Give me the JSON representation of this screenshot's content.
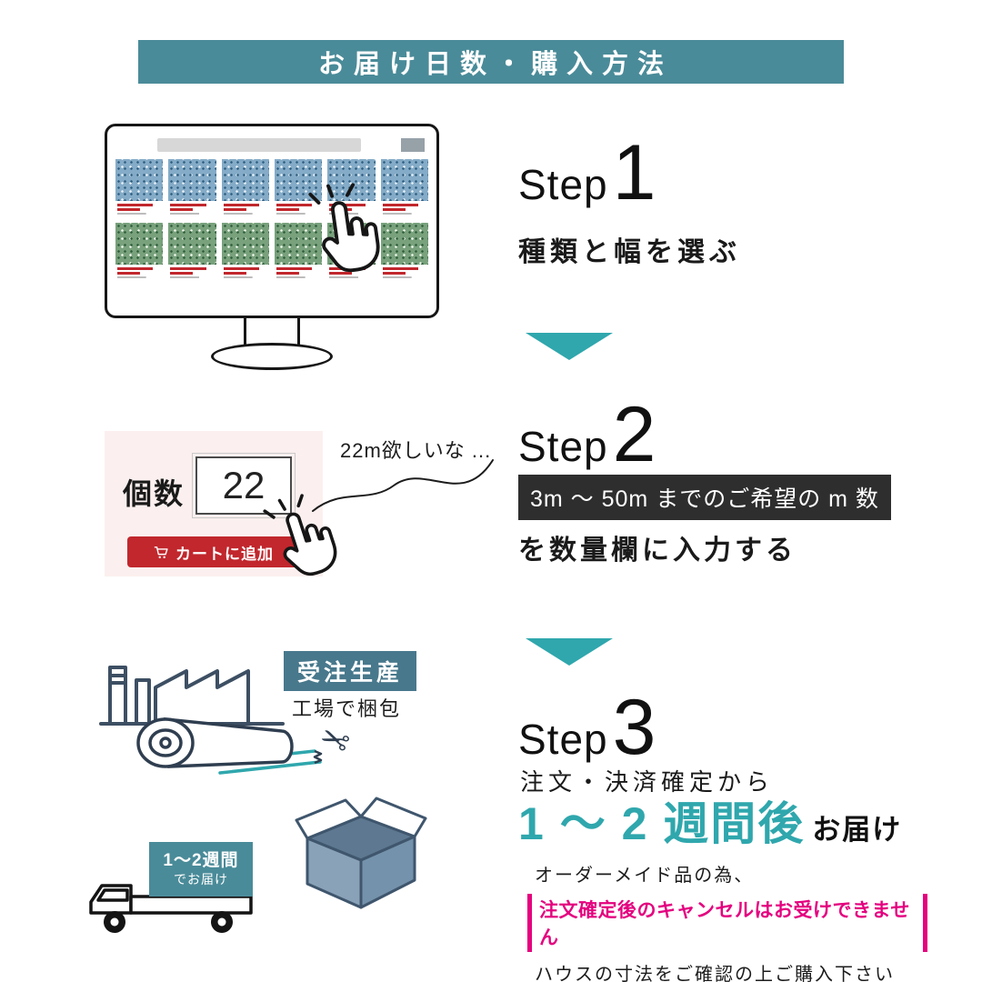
{
  "colors": {
    "banner_teal": "#4a8b99",
    "arrow_teal": "#2fa7ad",
    "accent_teal": "#2fa7ad",
    "cart_red": "#c1272d",
    "note_pink": "#e4007f",
    "highlight_bg": "#2e2e2e",
    "order_badge_slate": "#48788c",
    "illustration_slate": "#3d4f63",
    "box_steel": "#8aa2b8"
  },
  "header": {
    "title": "お届け日数・購入方法"
  },
  "steps": {
    "step1": {
      "word": "Step",
      "number": "1",
      "description": "種類と幅を選ぶ"
    },
    "step2": {
      "word": "Step",
      "number": "2",
      "bubble": "22m欲しいな ...",
      "quantity_label": "個数",
      "quantity_value": "22",
      "cart_button": "カートに追加",
      "highlight": "3m 〜 50m までのご希望の m 数",
      "description": "を数量欄に入力する"
    },
    "step3": {
      "word": "Step",
      "number": "3",
      "order_badge": "受注生産",
      "factory_caption": "工場で梱包",
      "truck_badge_line1": "1〜2週間",
      "truck_badge_line2": "でお届け",
      "lead": "注文・決済確定から",
      "duration": "1 〜 2 週間後",
      "duration_suffix": "お届け",
      "notes": [
        "オーダーメイド品の為、",
        "注文確定後のキャンセルはお受けできません",
        "ハウスの寸法をご確認の上ご購入下さい"
      ]
    }
  }
}
